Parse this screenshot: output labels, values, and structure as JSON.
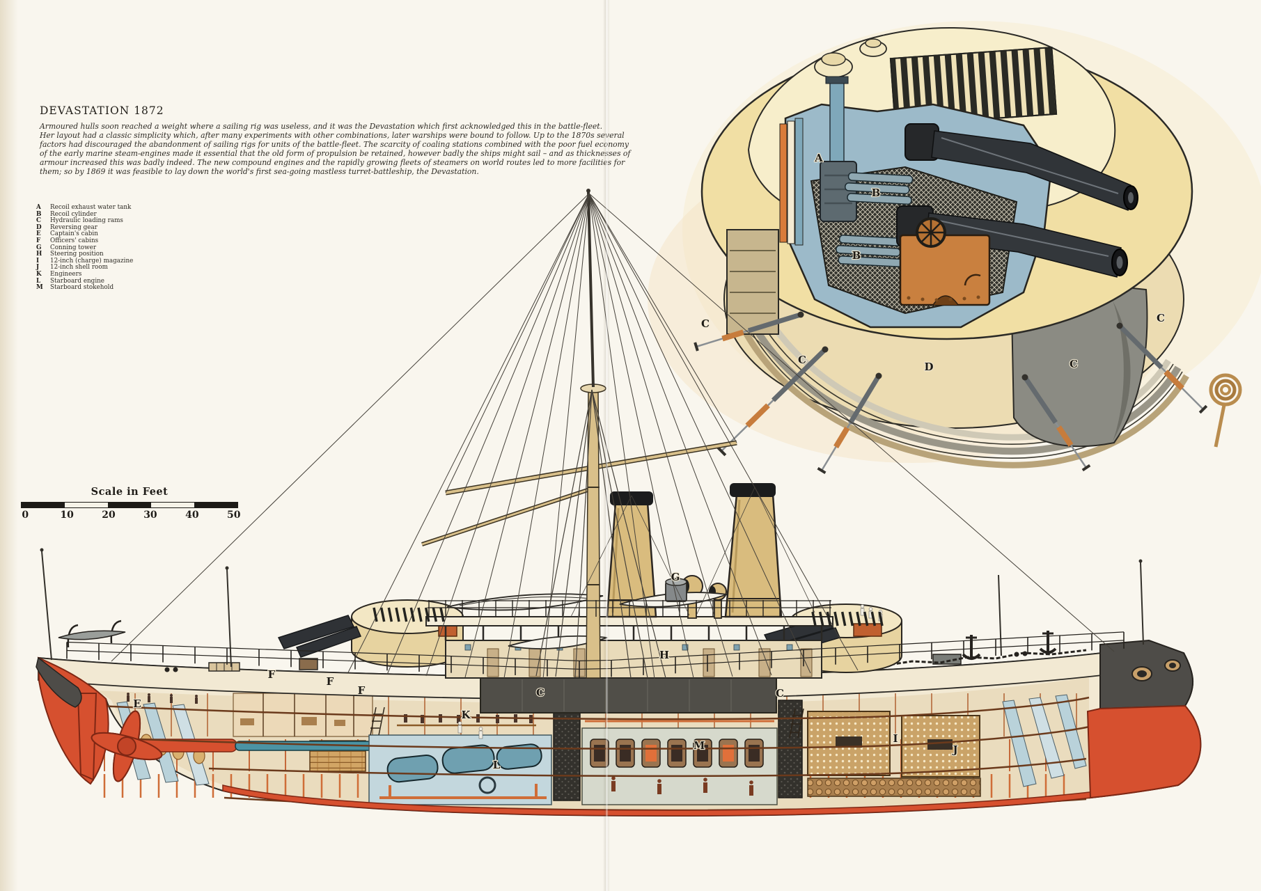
{
  "header": {
    "title": "DEVASTATION 1872",
    "paragraph": [
      "Armoured hulls soon reached a weight where a sailing rig was useless, and it was the Devastation which first acknowledged this in the battle-fleet.",
      "Her layout had a classic simplicity which, after many experiments with other combinations, later warships were bound to follow. Up to the 1870s several",
      "factors had discouraged the abandonment of sailing rigs for units of the battle-fleet. The scarcity of coaling stations combined with the poor fuel economy",
      "of the early marine steam-engines made it essential that the old form of propulsion be retained, however badly the ships might sail – and as thicknesses of",
      "armour increased this was badly indeed. The new compound engines and the rapidly growing fleets of steamers on world routes led to more facilities for",
      "them; so by 1869 it was feasible to lay down the world's first sea-going mastless turret-battleship, the Devastation."
    ]
  },
  "legend": {
    "items": [
      {
        "key": "A",
        "label": "Recoil exhaust water tank"
      },
      {
        "key": "B",
        "label": "Recoil cylinder"
      },
      {
        "key": "C",
        "label": "Hydraulic loading rams"
      },
      {
        "key": "D",
        "label": "Reversing gear"
      },
      {
        "key": "E",
        "label": "Captain's cabin"
      },
      {
        "key": "F",
        "label": "Officers' cabins"
      },
      {
        "key": "G",
        "label": "Conning tower"
      },
      {
        "key": "H",
        "label": "Steering position"
      },
      {
        "key": "I",
        "label": "12-inch (charge) magazine"
      },
      {
        "key": "J",
        "label": "12-inch shell room"
      },
      {
        "key": "K",
        "label": "Engineers"
      },
      {
        "key": "L",
        "label": "Starboard engine"
      },
      {
        "key": "M",
        "label": "Starboard stokehold"
      }
    ]
  },
  "scale_bar": {
    "title": "Scale in Feet",
    "ticks": [
      "0",
      "10",
      "20",
      "30",
      "40",
      "50"
    ],
    "max_feet": 50
  },
  "figure": {
    "inset": {
      "labels": [
        {
          "letter": "A"
        },
        {
          "letter": "B"
        },
        {
          "letter": "B"
        },
        {
          "letter": "D"
        },
        {
          "letter": "C"
        },
        {
          "letter": "C"
        },
        {
          "letter": "C"
        },
        {
          "letter": "C"
        }
      ]
    },
    "ship": {
      "labels": [
        {
          "letter": "E"
        },
        {
          "letter": "F"
        },
        {
          "letter": "F"
        },
        {
          "letter": "F"
        },
        {
          "letter": "G"
        },
        {
          "letter": "H"
        },
        {
          "letter": "C"
        },
        {
          "letter": "C"
        },
        {
          "letter": "I"
        },
        {
          "letter": "J"
        },
        {
          "letter": "K"
        },
        {
          "letter": "L"
        },
        {
          "letter": "M"
        }
      ]
    }
  },
  "colors": {
    "paper": "#f9f6ee",
    "hull_cream": "#f2e9d3",
    "buff": "#d9bc7e",
    "antifouling_red": "#d6502f",
    "armour_belt_grey": "#504e48",
    "turret_yellow": "#f1dfa4",
    "interior_blue": "#9cbac9",
    "frame_orange": "#cf6d38",
    "machinery_orange": "#c9803f",
    "ink": "#26231f"
  }
}
